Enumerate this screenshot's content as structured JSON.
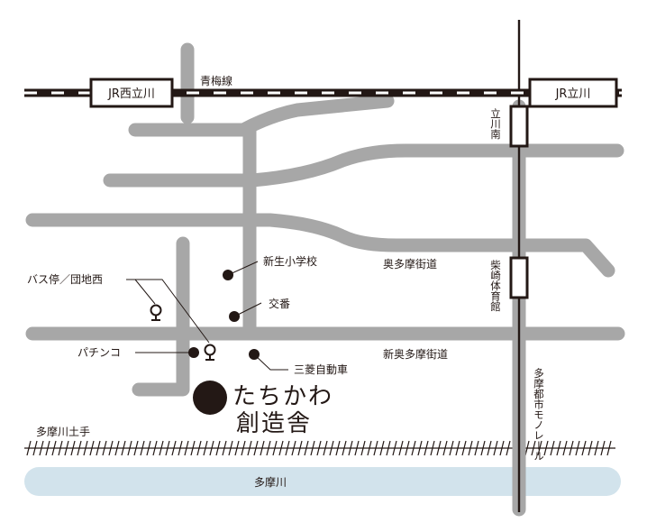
{
  "colors": {
    "road": "#a7a7a7",
    "rail": "#231815",
    "river": "#d2e3ec",
    "ink": "#231815",
    "background": "#ffffff"
  },
  "stations": {
    "jr_nishi_tachikawa": "JR西立川",
    "jr_tachikawa": "JR立川",
    "tachikawa_minami": "立川南",
    "shibasaki_taiikukan": "柴崎体育館"
  },
  "lines": {
    "ome_line": "青梅線",
    "tama_monorail": "多摩都市モノレール"
  },
  "roads": {
    "oku_tama_kaido": "奥多摩街道",
    "shin_oku_tama_kaido": "新奥多摩街道",
    "tamagawa_dote": "多摩川土手"
  },
  "river": {
    "name": "多摩川"
  },
  "landmarks": {
    "shinsei_elementary": "新生小学校",
    "koban": "交番",
    "pachinko": "パチンコ",
    "mitsubishi_motors": "三菱自動車",
    "bus_stop": "バス停／団地西"
  },
  "destination": {
    "name_line1": "たちかわ",
    "name_line2": "創造舎"
  },
  "icons": {
    "bus_stop_marker": "bus-stop-icon",
    "landmark_marker": "dot-marker-icon",
    "destination_marker": "destination-marker-icon"
  }
}
